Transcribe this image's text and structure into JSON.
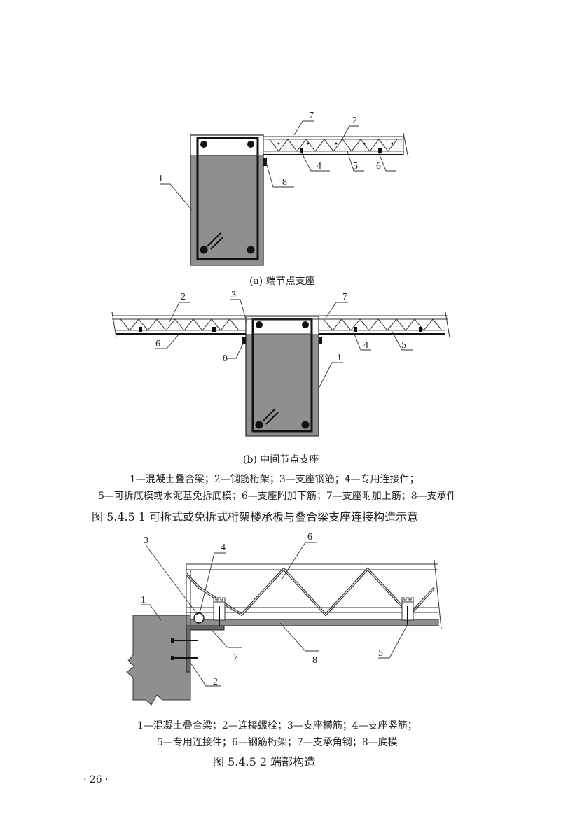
{
  "figure_1": {
    "sub_a": {
      "caption": "(a) 端节点支座",
      "labels": [
        "7",
        "2",
        "1",
        "4",
        "5",
        "6",
        "8"
      ]
    },
    "sub_b": {
      "caption": "(b) 中间节点支座",
      "labels": [
        "2",
        "3",
        "7",
        "6",
        "8",
        "1",
        "4",
        "5"
      ]
    },
    "legend_line1": "1—混凝土叠合梁；2—钢筋桁架；3—支座钢筋；4—专用连接件；",
    "legend_line2": "5—可拆底模或水泥基免拆底模；6—支座附加下筋；7—支座附加上筋；8—支承件",
    "title": "图 5.4.5 1   可拆式或免拆式桁架楼承板与叠合梁支座连接构造示意"
  },
  "figure_2": {
    "labels": [
      "3",
      "4",
      "6",
      "1",
      "7",
      "8",
      "5",
      "2"
    ],
    "legend_line1": "1—混凝土叠合梁；2—连接螺栓；3—支座横筋；4—支座竖筋；",
    "legend_line2": "5—专用连接件；6—钢筋桁架；7—支承角钢；8—底模",
    "title": "图 5.4.5 2   端部构造"
  },
  "page_number": "· 26 ·"
}
